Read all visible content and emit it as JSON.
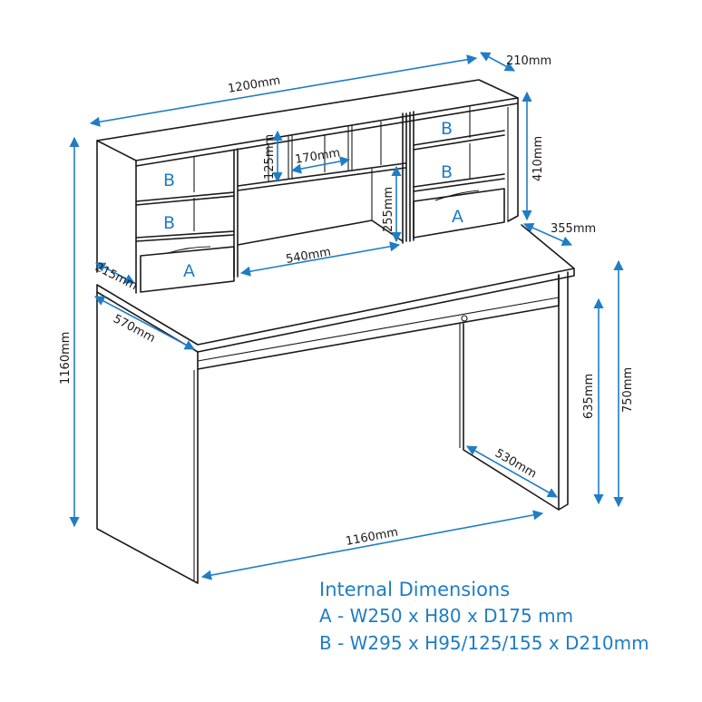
{
  "dimensions": {
    "overall_width": "1200mm",
    "hutch_depth": "210mm",
    "hutch_height": "410mm",
    "desk_depth_right": "355mm",
    "overall_height": "1160mm",
    "desk_side_depth": "570mm",
    "hutch_side_depth": "215mm",
    "shelf_gap": "125mm",
    "shelf_width": "170mm",
    "opening_height": "255mm",
    "opening_width": "540mm",
    "leg_height": "635mm",
    "desk_height": "750mm",
    "leg_depth": "530mm",
    "desk_width": "1160mm"
  },
  "compartment_labels": {
    "left_top": "B",
    "left_mid": "B",
    "left_drawer": "A",
    "right_top": "B",
    "right_mid": "B",
    "right_drawer": "A"
  },
  "legend": {
    "title": "Internal Dimensions",
    "line_a": "A - W250 x H80 x D175 mm",
    "line_b": "B - W295 x H95/125/155 x D210mm"
  },
  "colors": {
    "accent": "#1f7dc4",
    "line": "#1a1a1a"
  }
}
